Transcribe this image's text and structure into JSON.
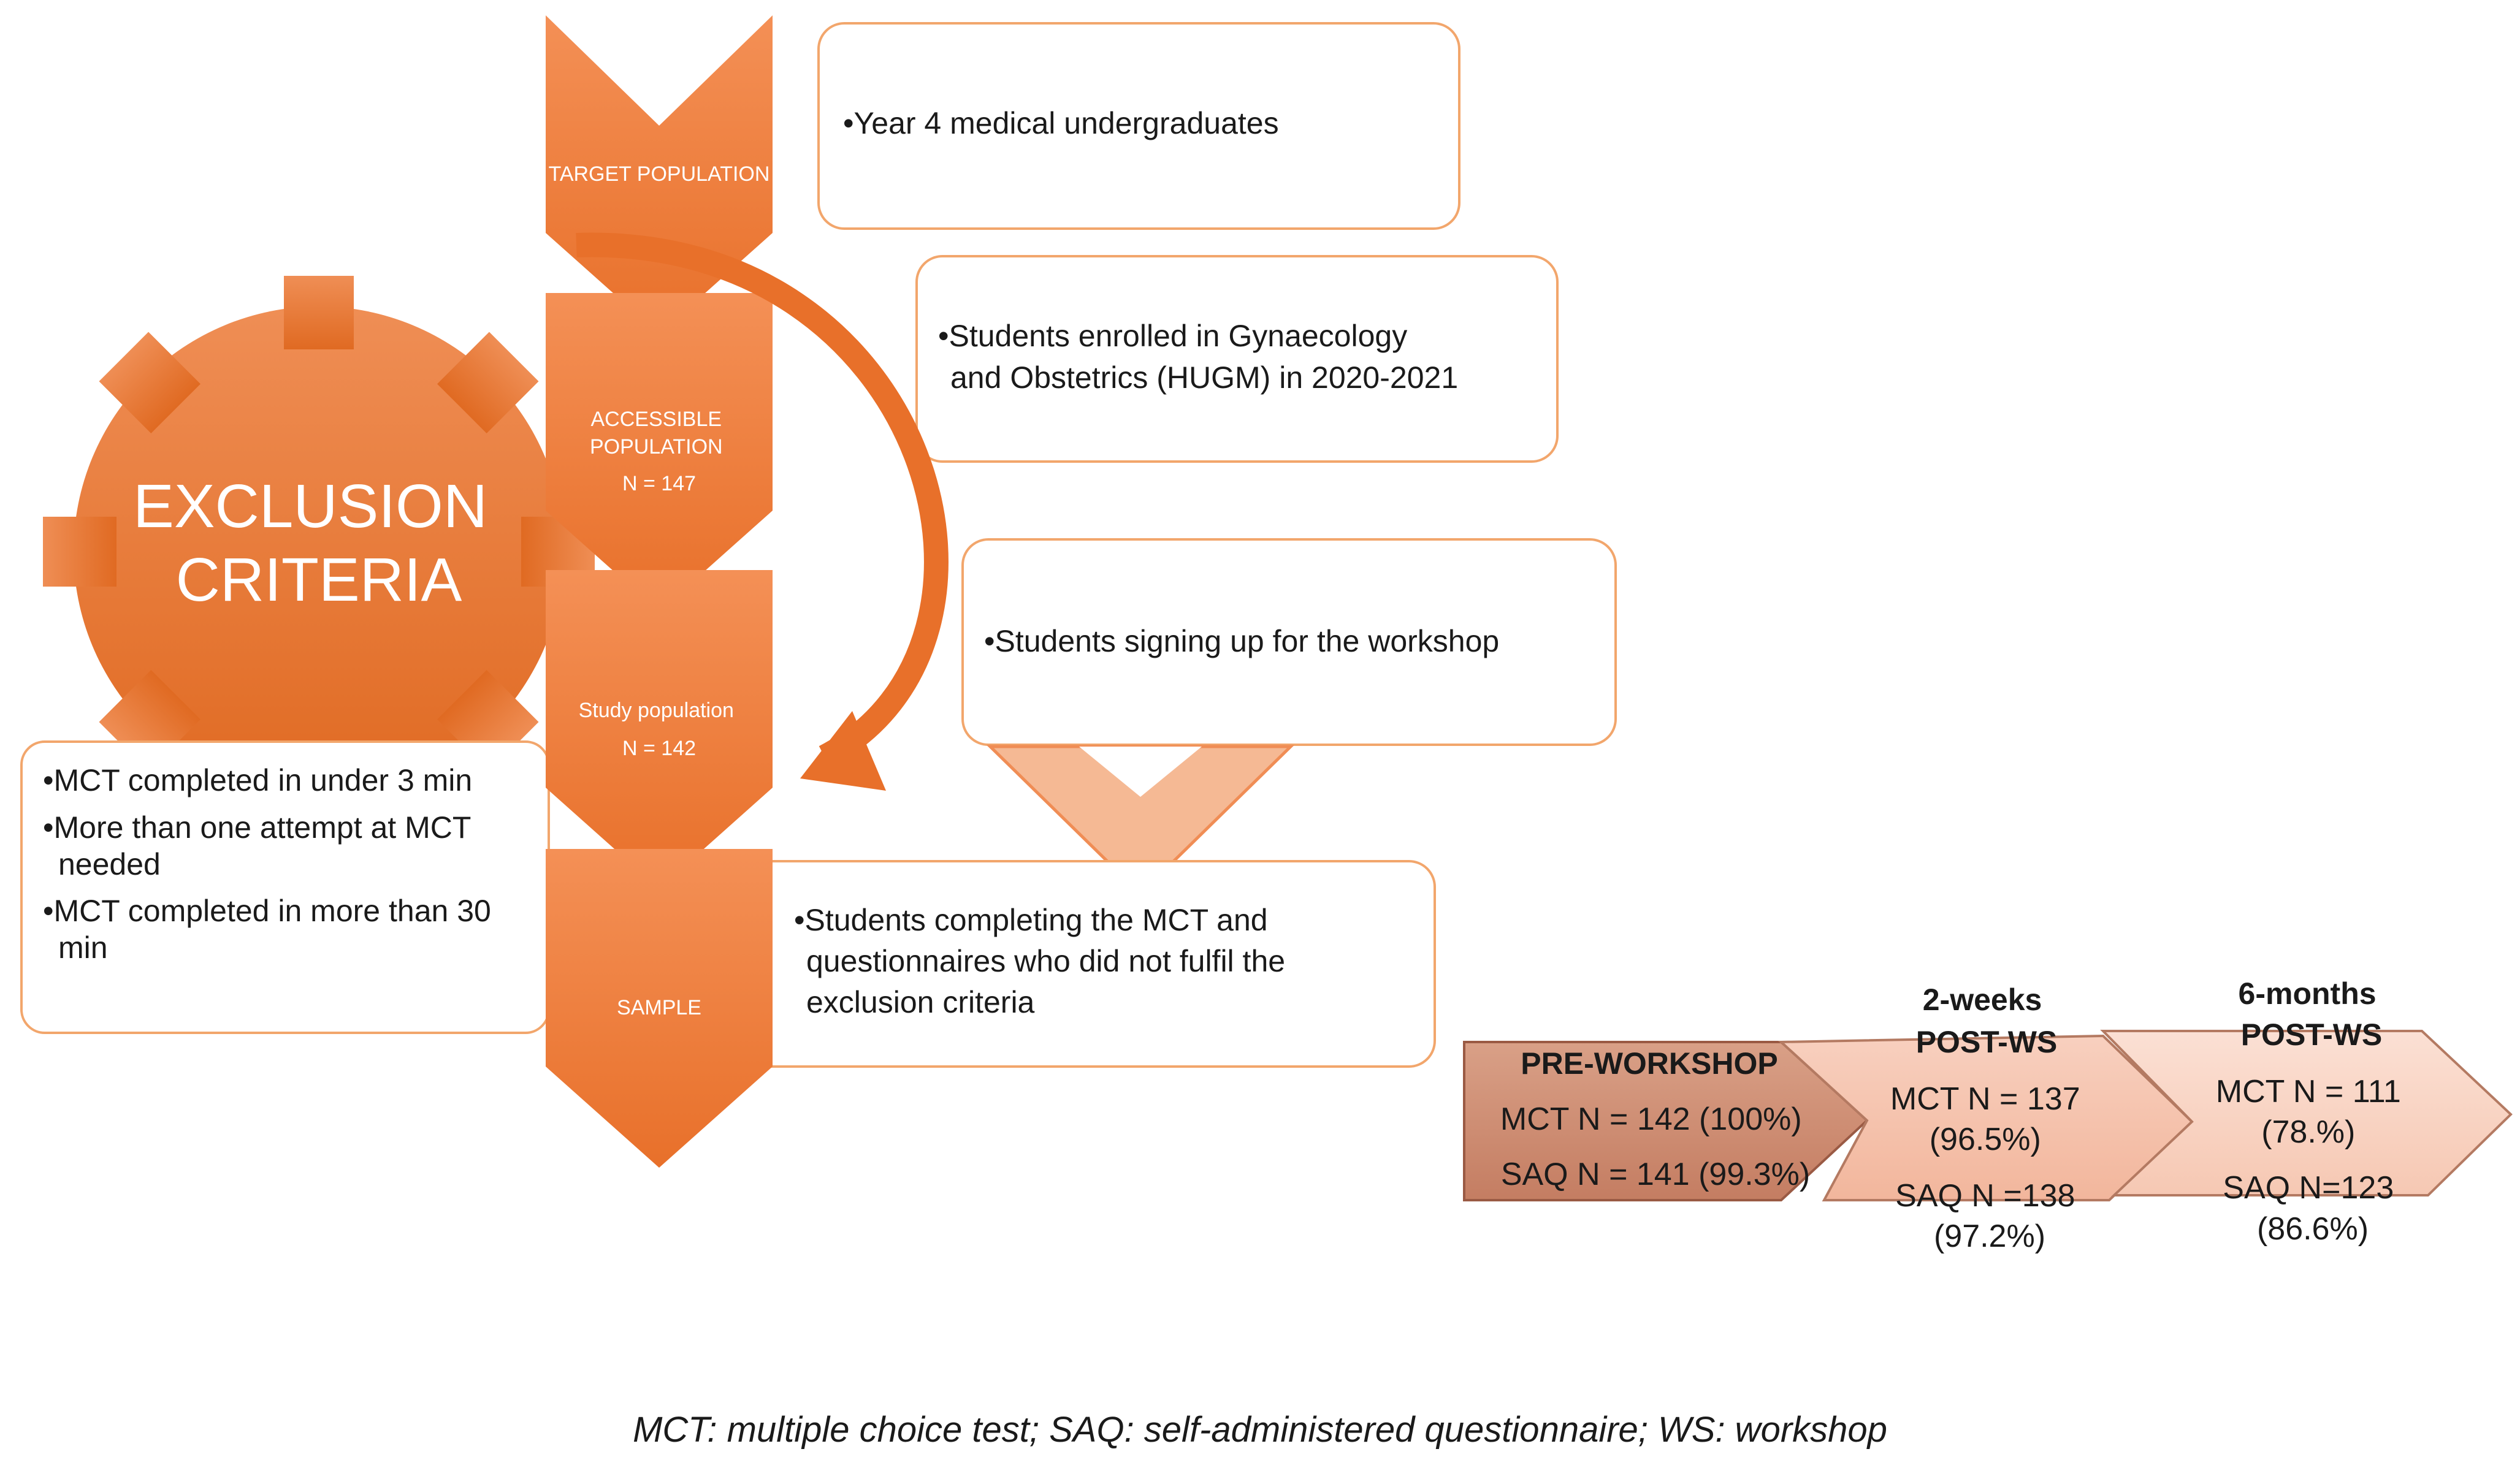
{
  "chevrons": [
    {
      "id": "target",
      "lines": [
        "TARGET POPULATION"
      ]
    },
    {
      "id": "accessible",
      "lines": [
        "ACCESSIBLE",
        "POPULATION",
        "N = 147"
      ]
    },
    {
      "id": "study",
      "lines": [
        "Study population",
        "N = 142"
      ]
    },
    {
      "id": "sample",
      "lines": [
        "SAMPLE"
      ]
    }
  ],
  "boxes": [
    {
      "id": "box-year4",
      "lines": [
        "•Year 4 medical undergraduates"
      ]
    },
    {
      "id": "box-enrolled",
      "lines": [
        "•Students enrolled in Gynaecology",
        "and Obstetrics (HUGM) in 2020-2021"
      ]
    },
    {
      "id": "box-signup",
      "lines": [
        "•Students signing up for the workshop"
      ]
    },
    {
      "id": "box-completing",
      "lines": [
        "•Students completing the MCT and",
        "questionnaires who did not fulfil the",
        "exclusion criteria"
      ]
    }
  ],
  "exclusion": {
    "title_lines": [
      "EXCLUSION",
      "CRITERIA"
    ],
    "items": [
      [
        "•MCT completed in under 3 min"
      ],
      [
        "•More than one attempt at MCT",
        "needed"
      ],
      [
        "•MCT completed in more than 30",
        "min"
      ]
    ]
  },
  "timeline": [
    {
      "title": "PRE-WORKSHOP",
      "lines": [
        "MCT N = 142 (100%)",
        "SAQ N = 141 (99.3%)"
      ]
    },
    {
      "title_lines": [
        "2-weeks",
        "POST-WS"
      ],
      "lines": [
        "MCT N = 137",
        "(96.5%)",
        "SAQ N =138",
        "(97.2%)"
      ]
    },
    {
      "title_lines": [
        "6-months",
        "POST-WS"
      ],
      "lines": [
        "MCT N = 111",
        "(78.%)",
        "SAQ N=123",
        "(86.6%)"
      ]
    }
  ],
  "caption": "MCT: multiple choice test; SAQ: self-administered questionnaire; WS: workshop",
  "colors": {
    "orange_light": "#f4a06a",
    "orange_dark": "#e8702a",
    "box_border": "#f2a66c",
    "peach": "#f5b994",
    "timeline_1": "#cf8e74",
    "timeline_2": "#f8c7b2",
    "timeline_3": "#fbd8c8"
  }
}
